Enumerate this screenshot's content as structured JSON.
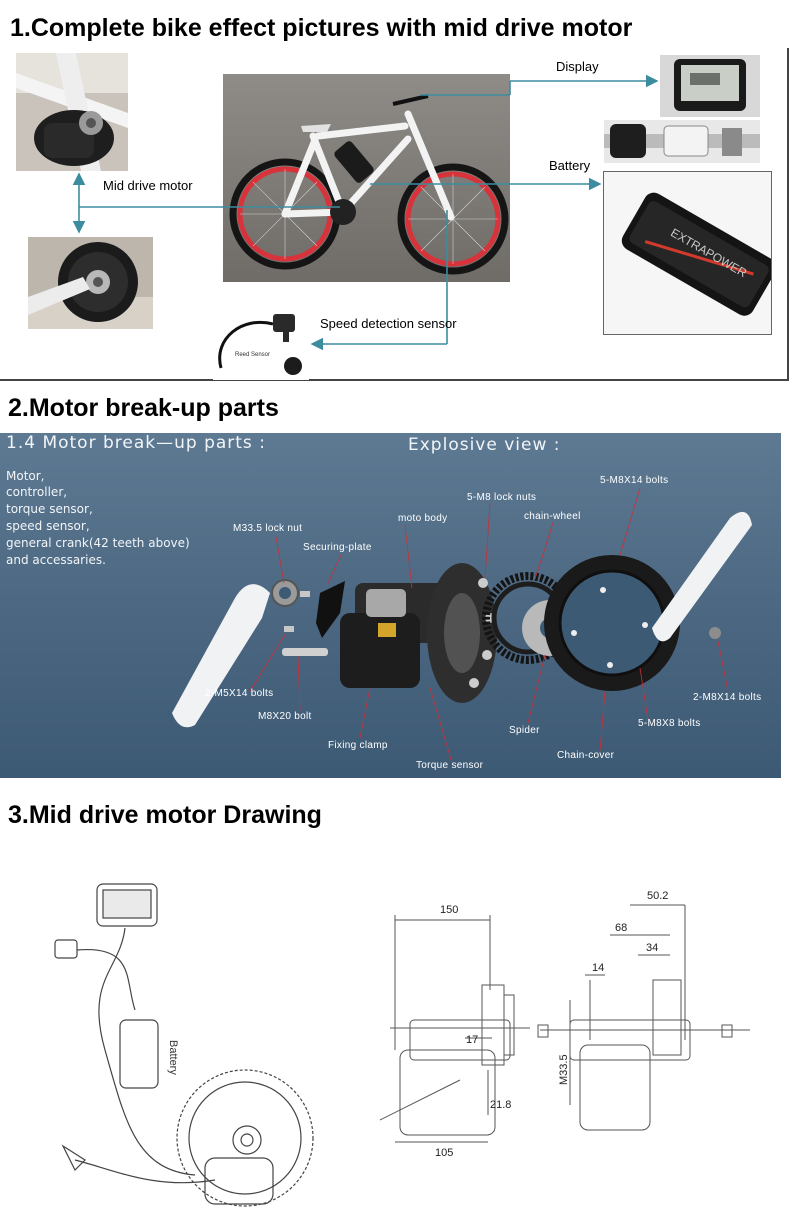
{
  "sections": {
    "s1_title": "1.Complete bike effect pictures with mid drive  motor",
    "s2_title": "2.Motor break-up parts",
    "s3_title": "3.Mid drive motor Drawing"
  },
  "section1": {
    "labels": {
      "display": "Display",
      "battery": "Battery",
      "mid_drive_motor": "Mid drive motor",
      "speed_sensor": "Speed detection sensor",
      "reed_sensor": "Reed Sensor",
      "battery_brand": "EXTRAPOWER"
    }
  },
  "section2": {
    "panel_title": "1.4 Motor break—up parts :",
    "panel_view": "Explosive view :",
    "intro_lines": [
      "Motor,",
      "controller,",
      "torque sensor,",
      "speed sensor,",
      "general crank(42 teeth above)",
      "and accessaries."
    ],
    "parts": {
      "m33_lock_nut": "M33.5 lock nut",
      "securing_plate": "Securing-plate",
      "moto_body": "moto body",
      "m8_lock_nuts": "5-M8 lock nuts",
      "chain_wheel": "chain-wheel",
      "m8x14_bolts_5": "5-M8X14 bolts",
      "m5x14_bolts": "2-M5X14 bolts",
      "m8x20_bolt": "M8X20 bolt",
      "fixing_clamp": "Fixing clamp",
      "torque_sensor": "Torque sensor",
      "spider": "Spider",
      "chain_cover": "Chain-cover",
      "m8x8_bolts": "5-M8X8 bolts",
      "m8x14_bolts_2": "2-M8X14 bolts"
    }
  },
  "section3": {
    "battery_label": "Battery",
    "dims": {
      "d150": "150",
      "d17": "17",
      "d21_8": "21.8",
      "d105": "105",
      "d50_2": "50.2",
      "d68": "68",
      "d34": "34",
      "d14": "14",
      "m33_5": "M33.5"
    }
  }
}
